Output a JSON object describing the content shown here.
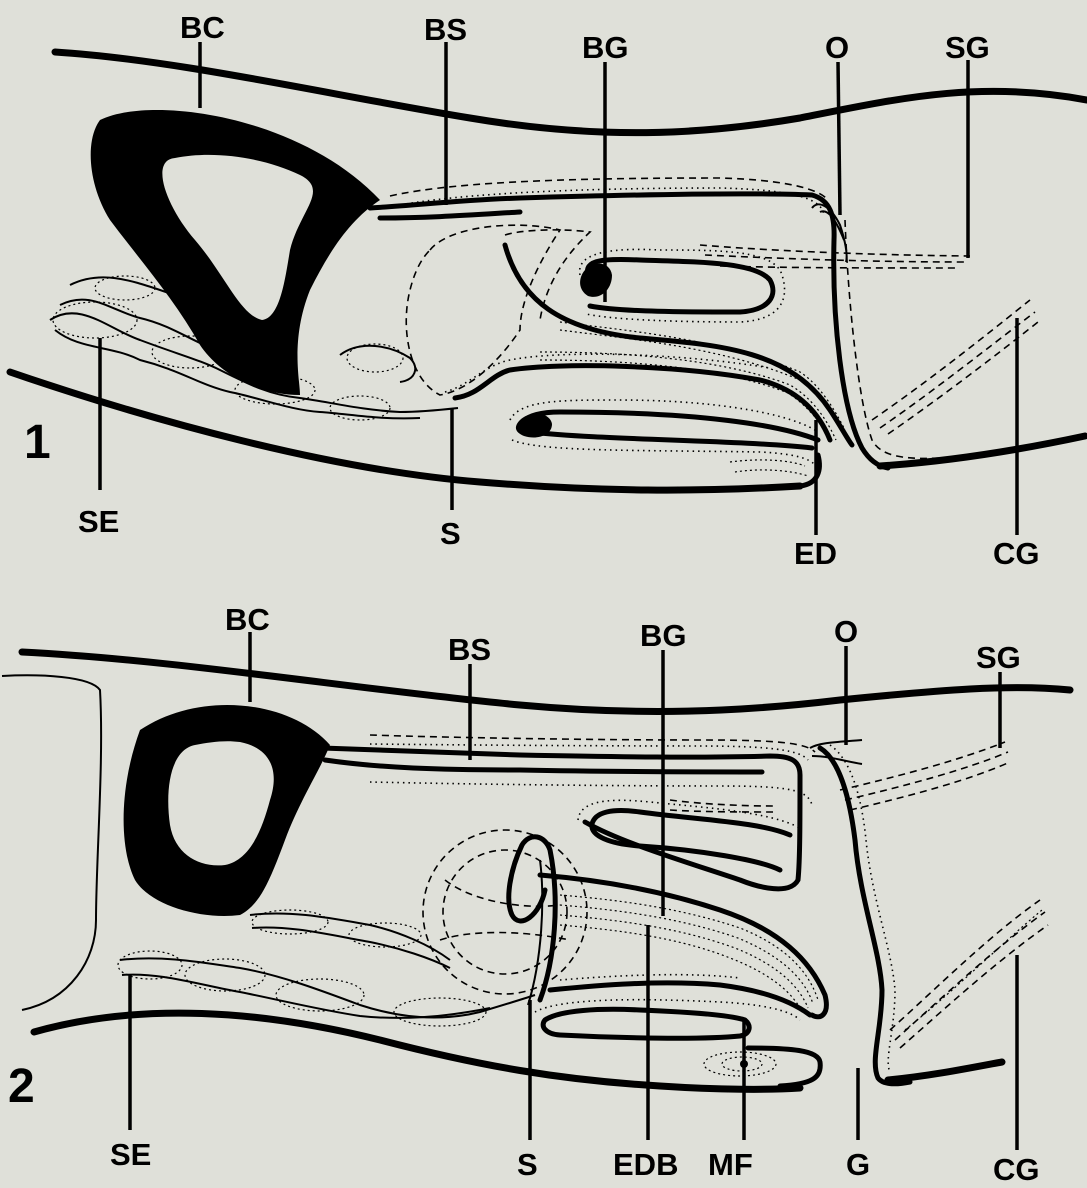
{
  "figures": [
    {
      "number": "1",
      "labels": {
        "bc": "BC",
        "bs": "BS",
        "bg": "BG",
        "o": "O",
        "sg": "SG",
        "se": "SE",
        "s": "S",
        "ed": "ED",
        "cg": "CG"
      }
    },
    {
      "number": "2",
      "labels": {
        "bc": "BC",
        "bs": "BS",
        "bg": "BG",
        "o": "O",
        "sg": "SG",
        "se": "SE",
        "s": "S",
        "edb": "EDB",
        "mf": "MF",
        "g": "G",
        "cg": "CG"
      }
    }
  ],
  "colors": {
    "background": "#dfe0d9",
    "ink": "#000000"
  }
}
